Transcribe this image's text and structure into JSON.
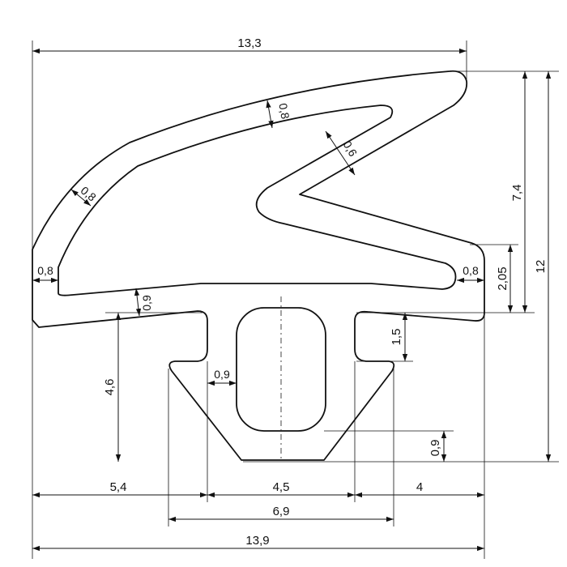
{
  "dimensions": {
    "overall_width_top": "13,3",
    "overall_width_bottom": "13,9",
    "overall_height": "12",
    "lip_height": "7,4",
    "upper_lip_offset": "2,05",
    "wall_upper": "0,8",
    "wall_left_diag": "0,8",
    "wall_inner_diag": "0,6",
    "wall_left": "0,8",
    "wall_right": "0,8",
    "wall_bottom_top": "0,9",
    "foot_height": "4,6",
    "base_offset": "1,5",
    "neck_wall": "0,9",
    "base_thickness": "0,9",
    "left_section": "5,4",
    "mid_section": "4,5",
    "right_section": "4",
    "base_width": "6,9"
  }
}
